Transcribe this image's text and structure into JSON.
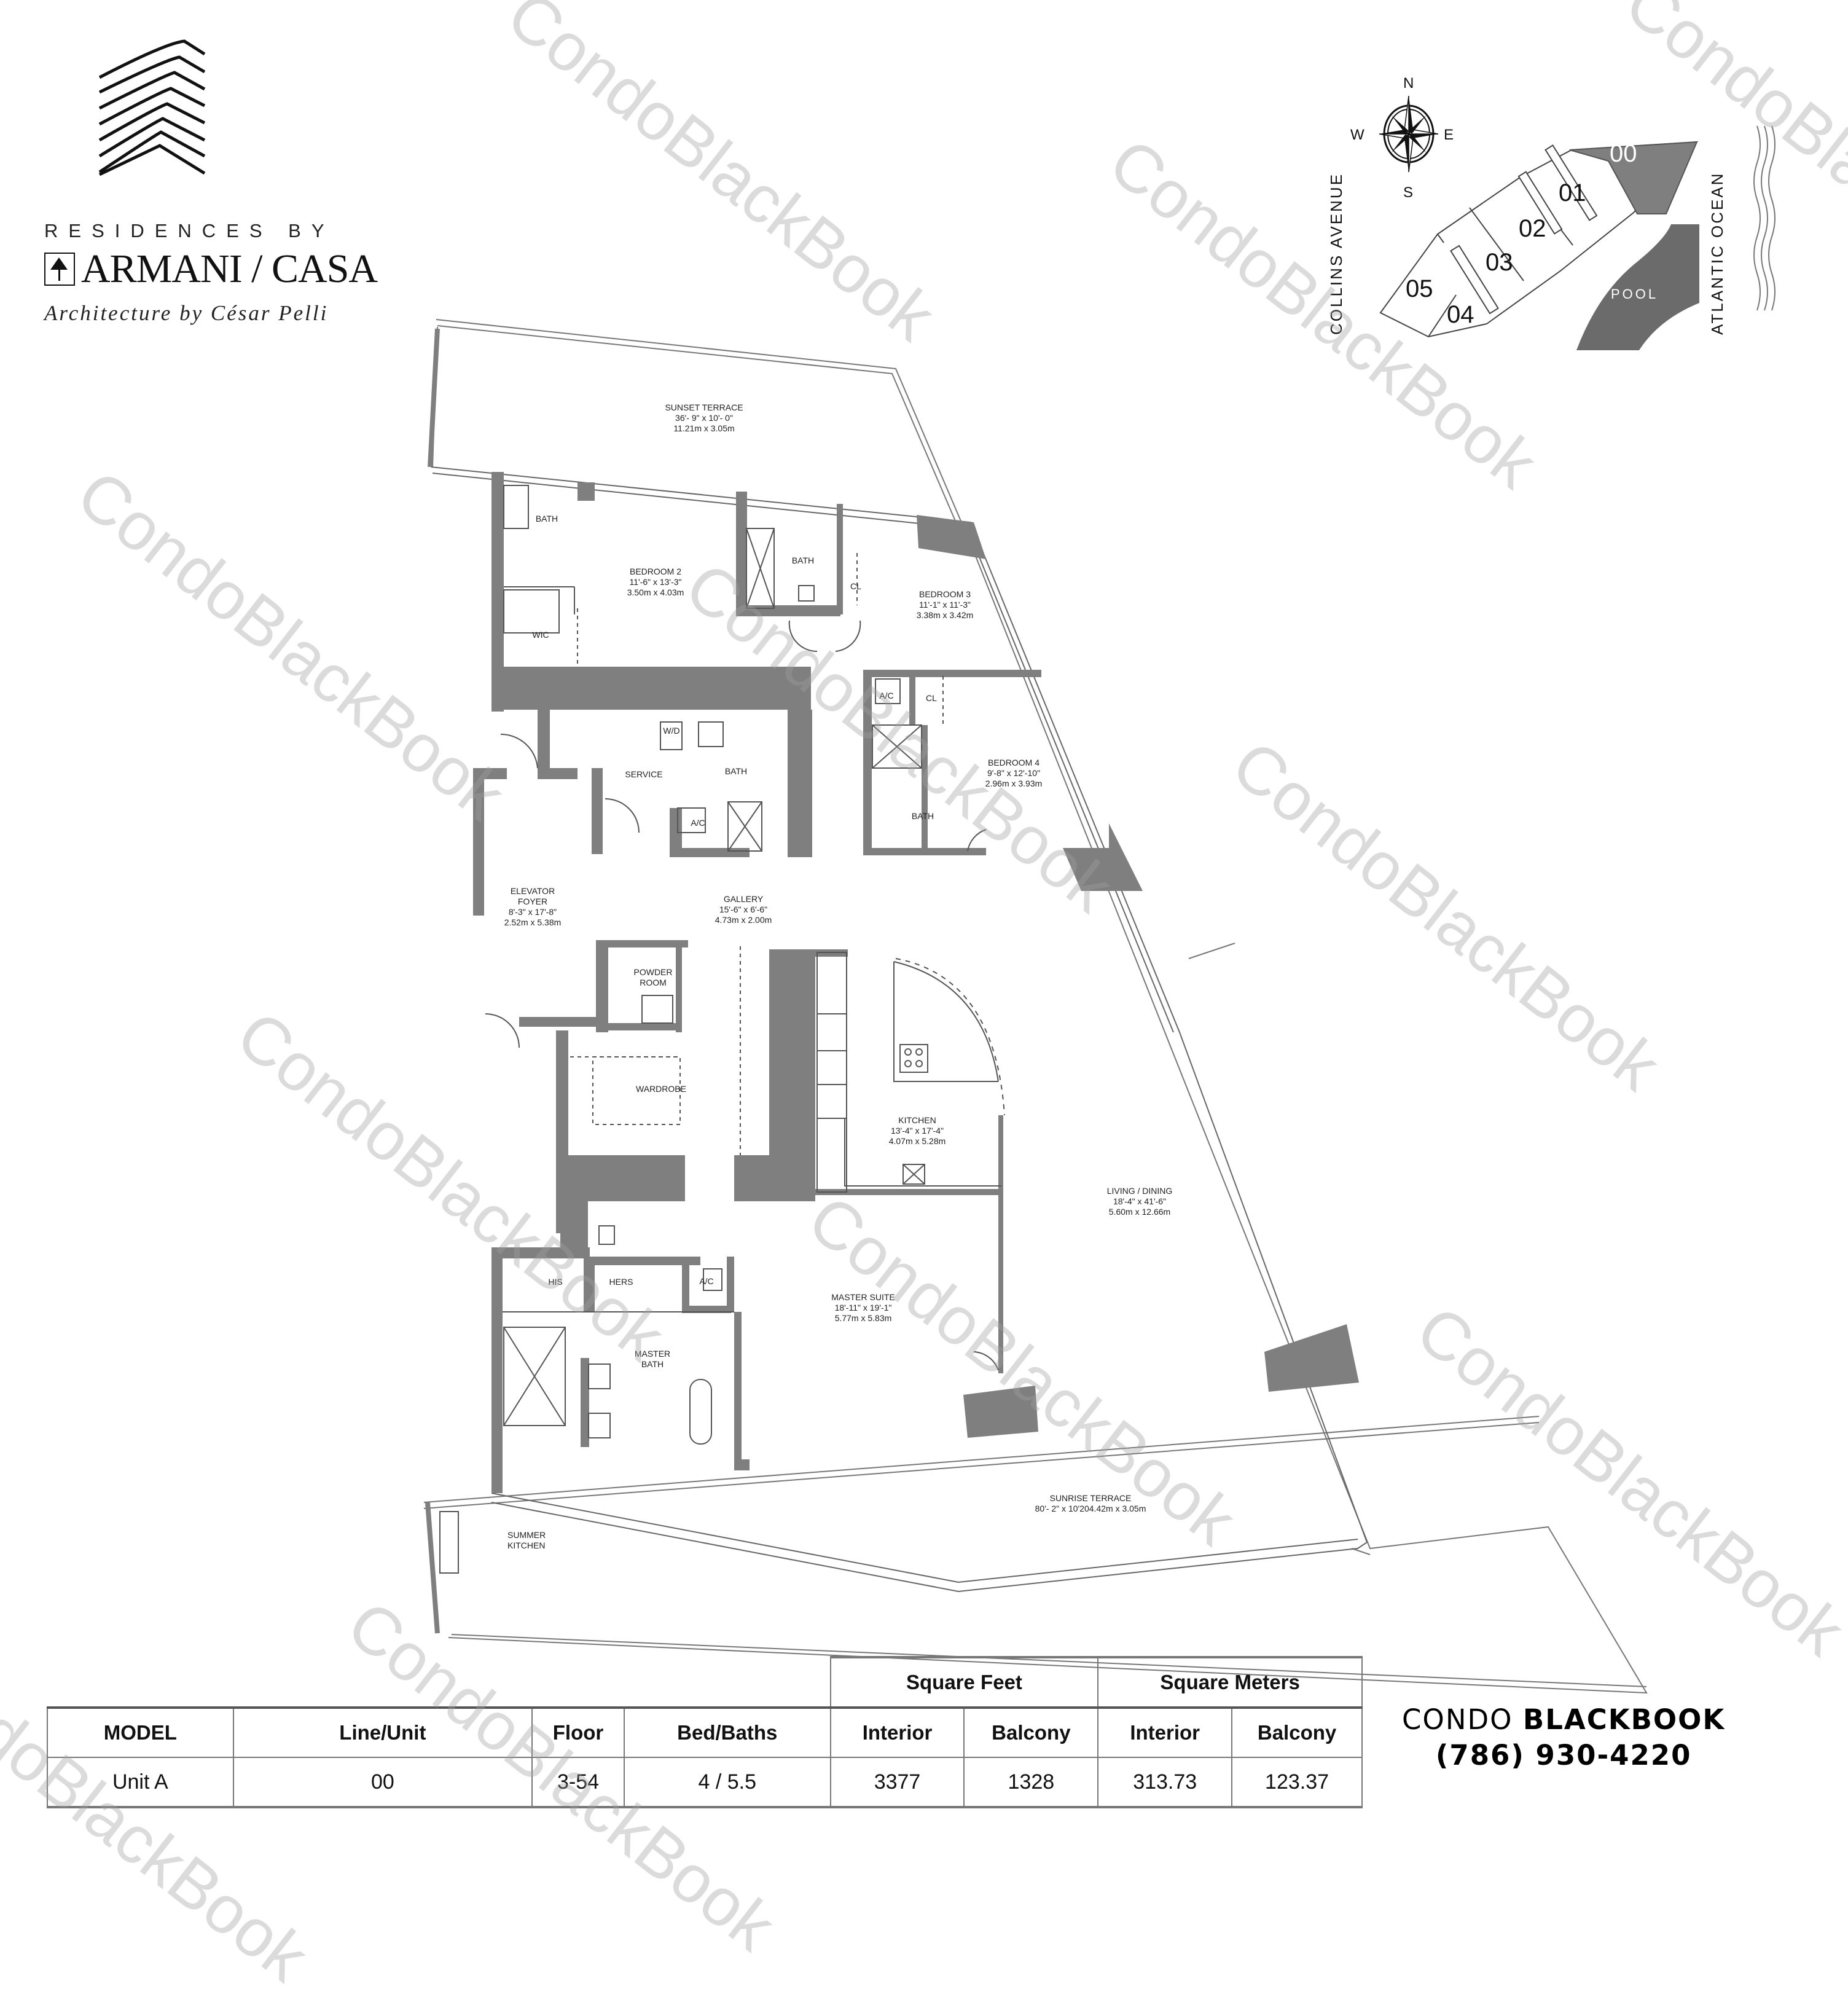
{
  "branding": {
    "residences_by": "RESIDENCES BY",
    "armani_casa": "ARMANI / CASA",
    "architecture_by": "Architecture by César Pelli"
  },
  "key_plan": {
    "compass": {
      "n": "N",
      "s": "S",
      "e": "E",
      "w": "W"
    },
    "street_west": "COLLINS AVENUE",
    "street_east": "ATLANTIC OCEAN",
    "pool_label": "POOL",
    "units": [
      "00",
      "01",
      "02",
      "03",
      "04",
      "05"
    ],
    "highlighted_unit": "00",
    "highlight_color": "#7f7f7f",
    "pool_color": "#6b6b6b"
  },
  "rooms": {
    "sunset_terrace": {
      "name": "SUNSET TERRACE",
      "dim_ft": "36'- 9\" x 10'- 0\"",
      "dim_m": "11.21m x 3.05m"
    },
    "bath_1": {
      "name": "BATH"
    },
    "bedroom_2": {
      "name": "BEDROOM 2",
      "dim_ft": "11'-6\" x 13'-3\"",
      "dim_m": "3.50m x 4.03m"
    },
    "wic": {
      "name": "WIC"
    },
    "bath_2": {
      "name": "BATH"
    },
    "cl_1": {
      "name": "CL"
    },
    "bedroom_3": {
      "name": "BEDROOM 3",
      "dim_ft": "11'-1\" x 11'-3\"",
      "dim_m": "3.38m x 3.42m"
    },
    "ac_1": {
      "name": "A/C"
    },
    "cl_2": {
      "name": "CL"
    },
    "bedroom_4": {
      "name": "BEDROOM 4",
      "dim_ft": "9'-8\" x 12'-10\"",
      "dim_m": "2.96m x 3.93m"
    },
    "bath_3": {
      "name": "BATH"
    },
    "wd": {
      "name": "W/D"
    },
    "service": {
      "name": "SERVICE"
    },
    "bath_4": {
      "name": "BATH"
    },
    "ac_2": {
      "name": "A/C"
    },
    "elevator_foyer": {
      "name": "ELEVATOR",
      "name2": "FOYER",
      "dim_ft": "8'-3\" x 17'-8\"",
      "dim_m": "2.52m x 5.38m"
    },
    "gallery": {
      "name": "GALLERY",
      "dim_ft": "15'-6\" x 6'-6\"",
      "dim_m": "4.73m x 2.00m"
    },
    "powder_room": {
      "name": "POWDER",
      "name2": "ROOM"
    },
    "wardrobe": {
      "name": "WARDROBE"
    },
    "kitchen": {
      "name": "KITCHEN",
      "dim_ft": "13'-4\" x 17'-4\"",
      "dim_m": "4.07m x 5.28m"
    },
    "living_dining": {
      "name": "LIVING / DINING",
      "dim_ft": "18'-4\" x 41'-6\"",
      "dim_m": "5.60m x 12.66m"
    },
    "his": {
      "name": "HIS"
    },
    "hers": {
      "name": "HERS"
    },
    "ac_3": {
      "name": "A/C"
    },
    "master_suite": {
      "name": "MASTER SUITE",
      "dim_ft": "18'-11\" x 19'-1\"",
      "dim_m": "5.77m x 5.83m"
    },
    "master_bath": {
      "name": "MASTER",
      "name2": "BATH"
    },
    "sunrise_terrace": {
      "name": "SUNRISE TERRACE",
      "dim_ft": "80'- 2\" x 10'20",
      "dim_m": "4.42m x 3.05m"
    },
    "summer_kitchen": {
      "name": "SUMMER",
      "name2": "KITCHEN"
    }
  },
  "table": {
    "group_headers": {
      "square_feet": "Square Feet",
      "square_meters": "Square Meters"
    },
    "columns": [
      "MODEL",
      "Line/Unit",
      "Floor",
      "Bed/Baths",
      "Interior",
      "Balcony",
      "Interior",
      "Balcony"
    ],
    "row": {
      "model": "Unit A",
      "line_unit": "00",
      "floor": "3-54",
      "bed_baths": "4 / 5.5",
      "sqft_interior": "3377",
      "sqft_balcony": "1328",
      "sqm_interior": "313.73",
      "sqm_balcony": "123.37"
    }
  },
  "contact": {
    "brand_light": "CONDO",
    "brand_bold": "BLACKBOOK",
    "phone": "(786) 930-4220"
  },
  "watermark": {
    "text": "CondoBlackBook"
  },
  "colors": {
    "wall": "#7f7f7f",
    "line": "#555555"
  }
}
